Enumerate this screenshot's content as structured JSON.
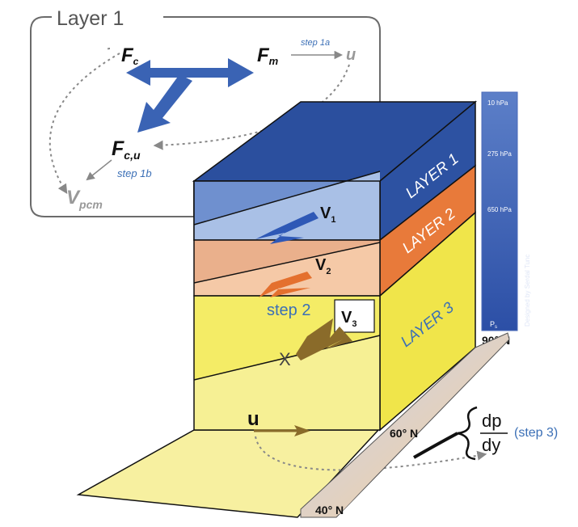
{
  "inset": {
    "title": "Layer 1",
    "force_fc": "F",
    "force_fc_sub": "c",
    "force_fm": "F",
    "force_fm_sub": "m",
    "u_label": "u",
    "step_1a": "step 1a",
    "force_fcu": "F",
    "force_fcu_sub": "c,u",
    "step_1b": "step 1b",
    "v_pcm": "V",
    "v_pcm_sub": "pcm"
  },
  "block": {
    "layer1": "LAYER 1",
    "layer2": "LAYER 2",
    "layer3": "LAYER 3",
    "v1": "V",
    "v1_sub": "1",
    "v2": "V",
    "v2_sub": "2",
    "v3": "V",
    "v3_sub": "3",
    "step_2": "step 2",
    "x_label": "X",
    "u_label": "u"
  },
  "pressure_bar": {
    "levels": [
      "10 hPa",
      "275 hPa",
      "650 hPa"
    ],
    "surface": "P",
    "surface_sub": "s",
    "credit": "Designed by Serdal Tunc",
    "lat_top": "90° N"
  },
  "ground": {
    "lat_mid": "60° N",
    "lat_bottom": "40° N",
    "dp": "dp",
    "dy": "dy",
    "step_3": "(step 3)"
  },
  "colors": {
    "arrow_blue": "#3a63b4",
    "layer1_dark": "#2b4f9e",
    "layer1_light": "#8eaedc",
    "layer2_dark": "#e87a3a",
    "layer2_light": "#f2c09c",
    "layer3_face": "#f4ec66",
    "layer3_side": "#f0e54a",
    "ground": "#f7f0a0",
    "label_blue": "#3b6fb6"
  }
}
